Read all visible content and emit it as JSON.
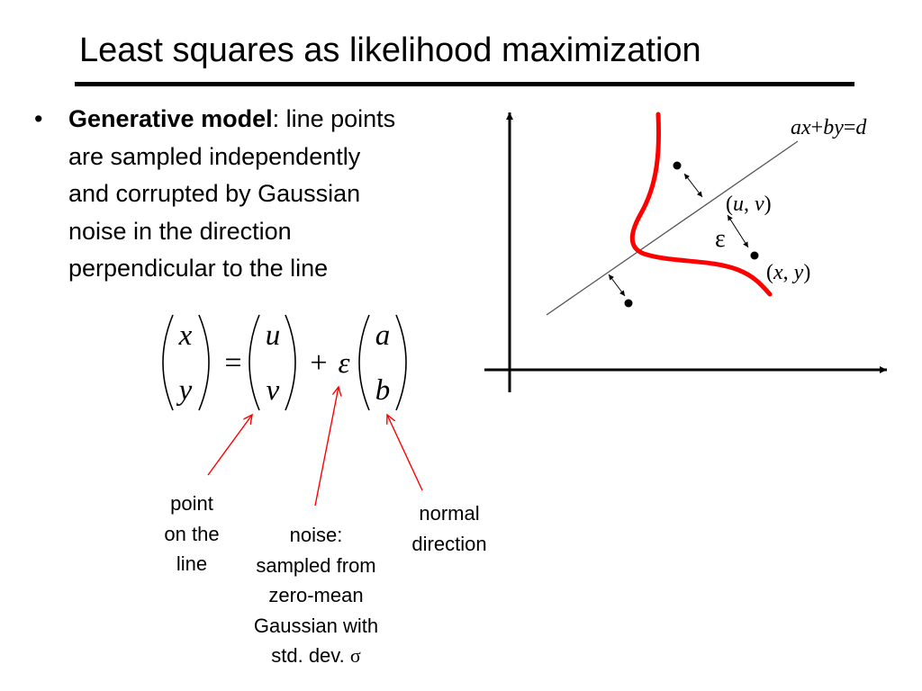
{
  "title": "Least squares as likelihood maximization",
  "bullet": {
    "marker": "•",
    "bold_lead": "Generative model",
    "line1_rest": ": line points",
    "line2": "are sampled independently",
    "line3": "and corrupted by Gaussian",
    "line4": "noise in the direction",
    "line5": "perpendicular to the line"
  },
  "equation": {
    "lhs_top": "x",
    "lhs_bottom": "y",
    "equals": "=",
    "mid_top": "u",
    "mid_bottom": "v",
    "plus": "+",
    "epsilon": "ε",
    "rhs_top": "a",
    "rhs_bottom": "b"
  },
  "annotations": {
    "point_on_line": [
      "point",
      "on the",
      "line"
    ],
    "noise": [
      "noise:",
      "sampled from",
      "zero-mean",
      "Gaussian with",
      "std. dev. "
    ],
    "noise_sigma": "σ",
    "normal_direction": [
      "normal",
      "direction"
    ]
  },
  "diagram": {
    "line_eq_a": "ax",
    "line_eq_plus1": "+",
    "line_eq_b": "by",
    "line_eq_eq": "=",
    "line_eq_d": "d",
    "epsilon_label": "ε",
    "uv_open": "(",
    "uv_u": "u",
    "uv_comma": ", ",
    "uv_v": "v",
    "uv_close": ")",
    "xy_open": "(",
    "xy_x": "x",
    "xy_comma": ", ",
    "xy_y": "y",
    "xy_close": ")"
  },
  "colors": {
    "accent": "#ff0000",
    "text": "#000000",
    "line": "#555555"
  }
}
